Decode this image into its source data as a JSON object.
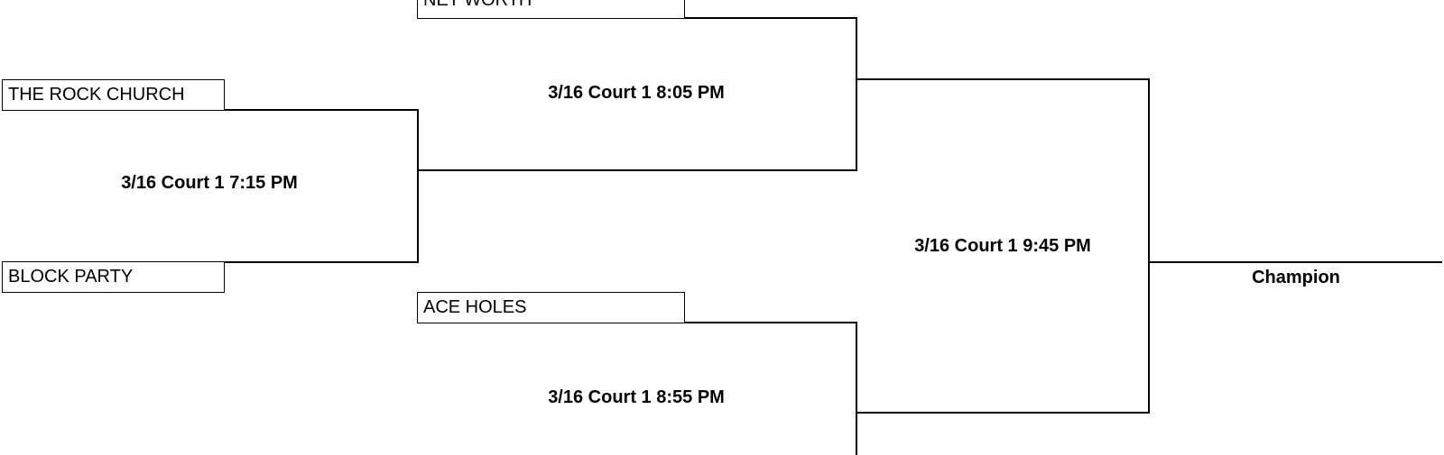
{
  "teams": {
    "t1": "NET WORTH",
    "t2": "THE ROCK CHURCH",
    "t3": "BLOCK PARTY",
    "t4": "ACE HOLES"
  },
  "games": {
    "g1": "3/16 Court 1 7:15 PM",
    "g2": "3/16 Court 1 8:05 PM",
    "g3": "3/16 Court 1 8:55 PM",
    "g4": "3/16 Court 1 9:45 PM"
  },
  "champion_label": "Champion"
}
